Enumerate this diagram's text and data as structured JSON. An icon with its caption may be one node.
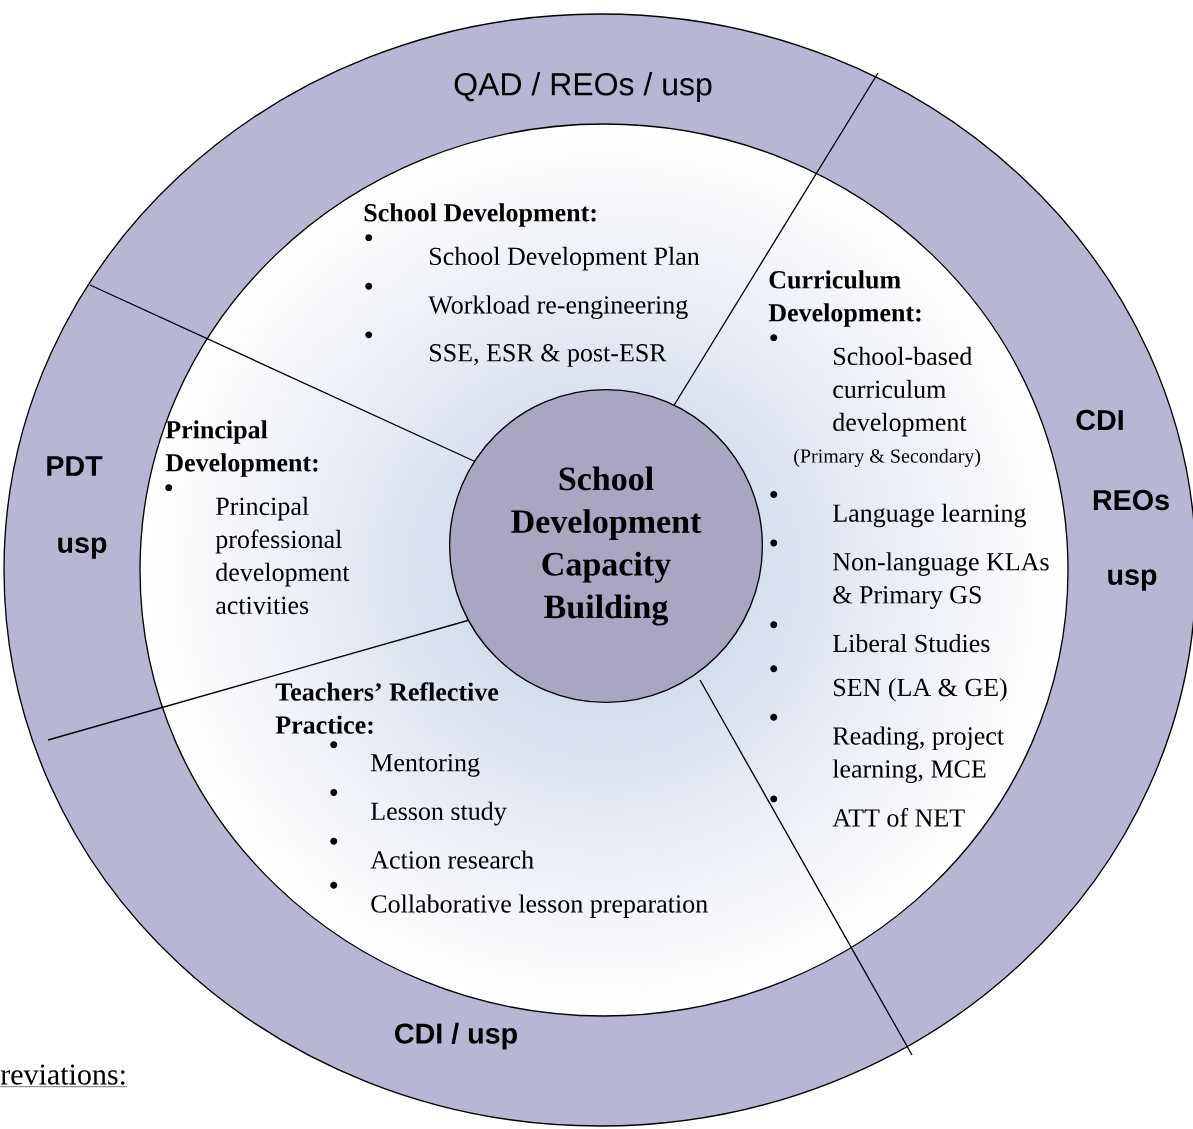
{
  "diagram": {
    "nodes": [
      {
        "text": [
          "School Development:",
          "School Development Plan",
          "Workload re-engineering",
          "SSE, ESR & post-ESR"
        ]
      },
      {
        "text": [
          "Curriculum Development:",
          "School-based curriculum development",
          "(Primary & Secondary)",
          "Language learning",
          "Non-language KLAs & Primary GS",
          "Liberal Studies",
          "SEN (LA & GE)",
          "Reading, project learning, MCE",
          "ATT of NET"
        ]
      },
      {
        "text": [
          "Principal Development:",
          "Principal professional development activities"
        ]
      },
      {
        "text": [
          "School Development Capacity Building"
        ]
      },
      {
        "text": [
          "Teachers’ Reflective Practice:",
          "Mentoring",
          "Lesson study",
          "Action research",
          "Collaborative lesson preparation"
        ]
      }
    ],
    "labels": [
      "QAD / REOs / usp",
      "CDI",
      "PDT",
      "REOs",
      "usp",
      "usp",
      "CDI / usp",
      "reviations:"
    ]
  }
}
